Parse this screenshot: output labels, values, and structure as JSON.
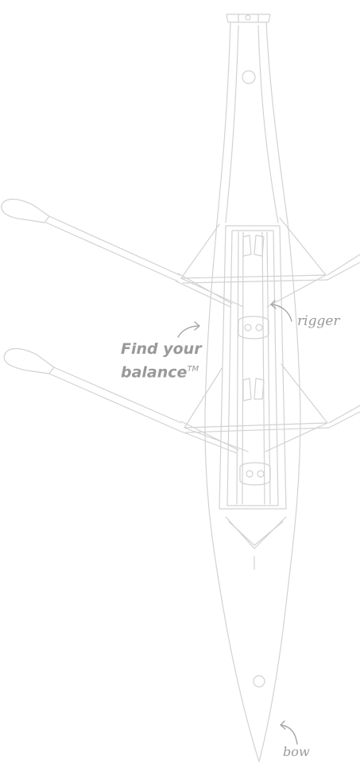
{
  "labels": {
    "rigger": "rigger",
    "tagline_line1": "Find your",
    "tagline_line2": "balance",
    "trademark": "TM",
    "bow": "bow"
  },
  "colors": {
    "stroke": "#cfcfcf",
    "text": "#9a9a9a",
    "background": "#ffffff"
  },
  "icons": {
    "arrow_tagline": "curved-arrow-icon",
    "arrow_rigger": "curved-arrow-icon",
    "arrow_bow": "curved-arrow-icon"
  }
}
